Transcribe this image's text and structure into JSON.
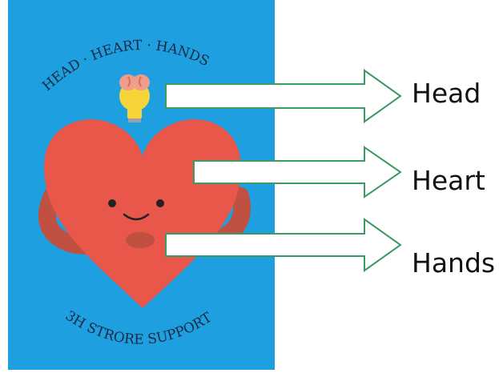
{
  "poster": {
    "top_arc_text": "HEAD · HEART · HANDS",
    "bottom_arc_text": "3H STRORE SUPPORT",
    "background_color": "#1E9FDF",
    "heart_color": "#E8574A",
    "bulb_color": "#F7D43A",
    "brain_color": "#F29C8A",
    "arm_color": "#C0503F"
  },
  "labels": {
    "head": "Head",
    "heart": "Heart",
    "hands": "Hands"
  },
  "arrow_color": "#3A9A63",
  "icons": [
    "brain-lightbulb-icon",
    "smiling-heart-icon",
    "hugging-arms-icon"
  ]
}
